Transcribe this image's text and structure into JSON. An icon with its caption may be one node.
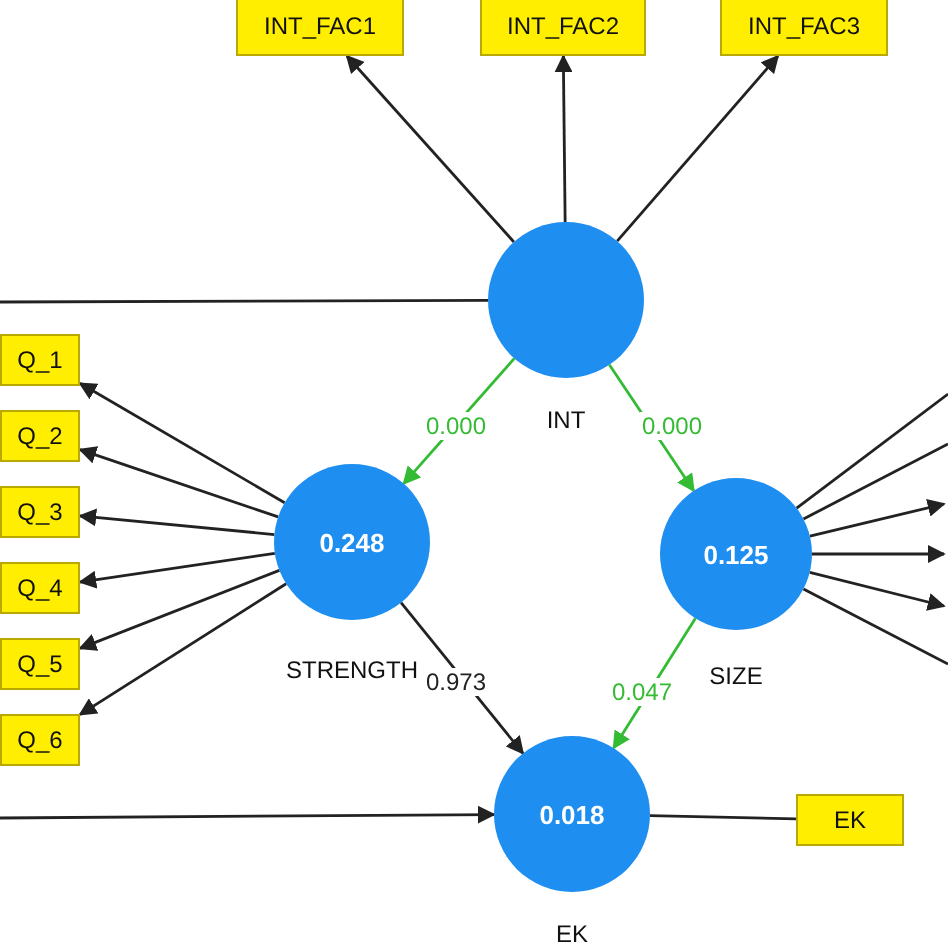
{
  "diagram": {
    "nodes": [
      {
        "text": [
          "INT_FAC1"
        ]
      },
      {
        "text": [
          "INT_FAC2"
        ]
      },
      {
        "text": [
          "INT_FAC3"
        ]
      },
      {
        "text": [],
        "shape": "circle",
        "beside": [
          "INT"
        ]
      },
      {
        "text": [
          "Q_1"
        ]
      },
      {
        "text": [
          "Q_2"
        ]
      },
      {
        "text": [
          "Q_3"
        ]
      },
      {
        "text": [
          "Q_4"
        ]
      },
      {
        "text": [
          "Q_5"
        ]
      },
      {
        "text": [
          "Q_6"
        ]
      },
      {
        "text": [
          "0.248"
        ],
        "beside": [
          "STRENGTH"
        ]
      },
      {
        "text": [
          "0.125"
        ],
        "beside": [
          "SIZE"
        ]
      },
      {
        "text": [
          "0.018"
        ],
        "beside": [
          "EK"
        ]
      },
      {
        "text": [
          "EK"
        ]
      }
    ],
    "edges": [
      {
        "from": 3,
        "to": 0,
        "arrow": "to"
      },
      {
        "from": 3,
        "to": 1,
        "arrow": "to"
      },
      {
        "from": 3,
        "to": 2,
        "arrow": "to"
      },
      {
        "from": 3,
        "to": 10,
        "arrow": "to",
        "label": "0.000",
        "color": "#33bb33"
      },
      {
        "from": 3,
        "to": 11,
        "arrow": "to",
        "label": "0.000",
        "color": "#33bb33"
      },
      {
        "from": 10,
        "to": 4,
        "arrow": "to"
      },
      {
        "from": 10,
        "to": 5,
        "arrow": "to"
      },
      {
        "from": 10,
        "to": 6,
        "arrow": "to"
      },
      {
        "from": 10,
        "to": 7,
        "arrow": "to"
      },
      {
        "from": 10,
        "to": 8,
        "arrow": "to"
      },
      {
        "from": 10,
        "to": 9,
        "arrow": "to"
      },
      {
        "from": 10,
        "to": 12,
        "arrow": "to",
        "label": "0.973"
      },
      {
        "from": 11,
        "to": 12,
        "arrow": "to",
        "label": "0.047",
        "color": "#33bb33"
      },
      {
        "from": 12,
        "to": 13,
        "arrow": "none"
      },
      {
        "from": null,
        "to": 3,
        "arrow": "none"
      },
      {
        "from": null,
        "to": 12,
        "arrow": "to"
      },
      {
        "from": 11,
        "to": null,
        "arrow": "none"
      },
      {
        "from": 11,
        "to": null,
        "arrow": "none"
      },
      {
        "from": 11,
        "to": null,
        "arrow": "to"
      },
      {
        "from": 11,
        "to": null,
        "arrow": "to"
      },
      {
        "from": 11,
        "to": null,
        "arrow": "to"
      },
      {
        "from": 11,
        "to": null,
        "arrow": "none"
      }
    ]
  }
}
